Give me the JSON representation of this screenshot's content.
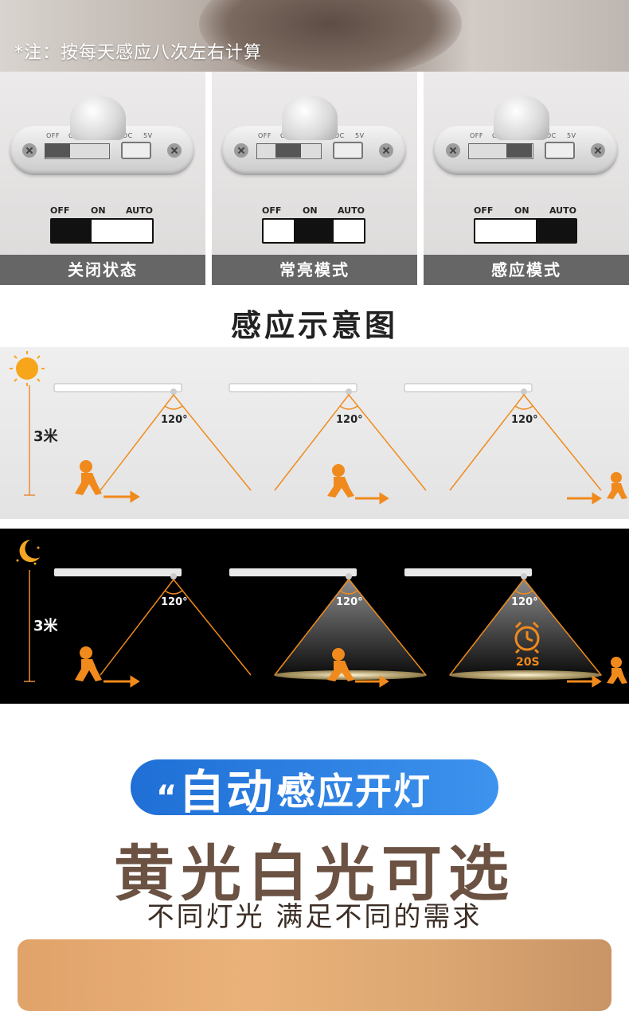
{
  "note": "*注：按每天感应八次左右计算",
  "device_labels": {
    "off": "OFF",
    "on": "ON",
    "auto": "AUTO",
    "dc": "DC",
    "v5": "5V"
  },
  "modes": [
    {
      "caption": "关闭状态",
      "active": "off"
    },
    {
      "caption": "常亮模式",
      "active": "on"
    },
    {
      "caption": "感应模式",
      "active": "auto"
    }
  ],
  "switch_labels": {
    "off": "OFF",
    "on": "ON",
    "auto": "AUTO"
  },
  "diagram_title": "感应示意图",
  "day": {
    "height_label": "3米",
    "angle_label": "120°"
  },
  "night": {
    "height_label": "3米",
    "angle_label": "120°",
    "timer_label": "20S"
  },
  "headline_banner": {
    "quote_open": "“",
    "left": "自动",
    "quote_close": "”",
    "right": "感应开灯"
  },
  "headline": "黄光白光可选",
  "subline": "不同灯光 满足不同的需求",
  "colors": {
    "orange": "#f08a1c",
    "banner_blue": "#2a7ee2",
    "caption_gray": "#666666",
    "headline_brown": "#6b5243"
  }
}
